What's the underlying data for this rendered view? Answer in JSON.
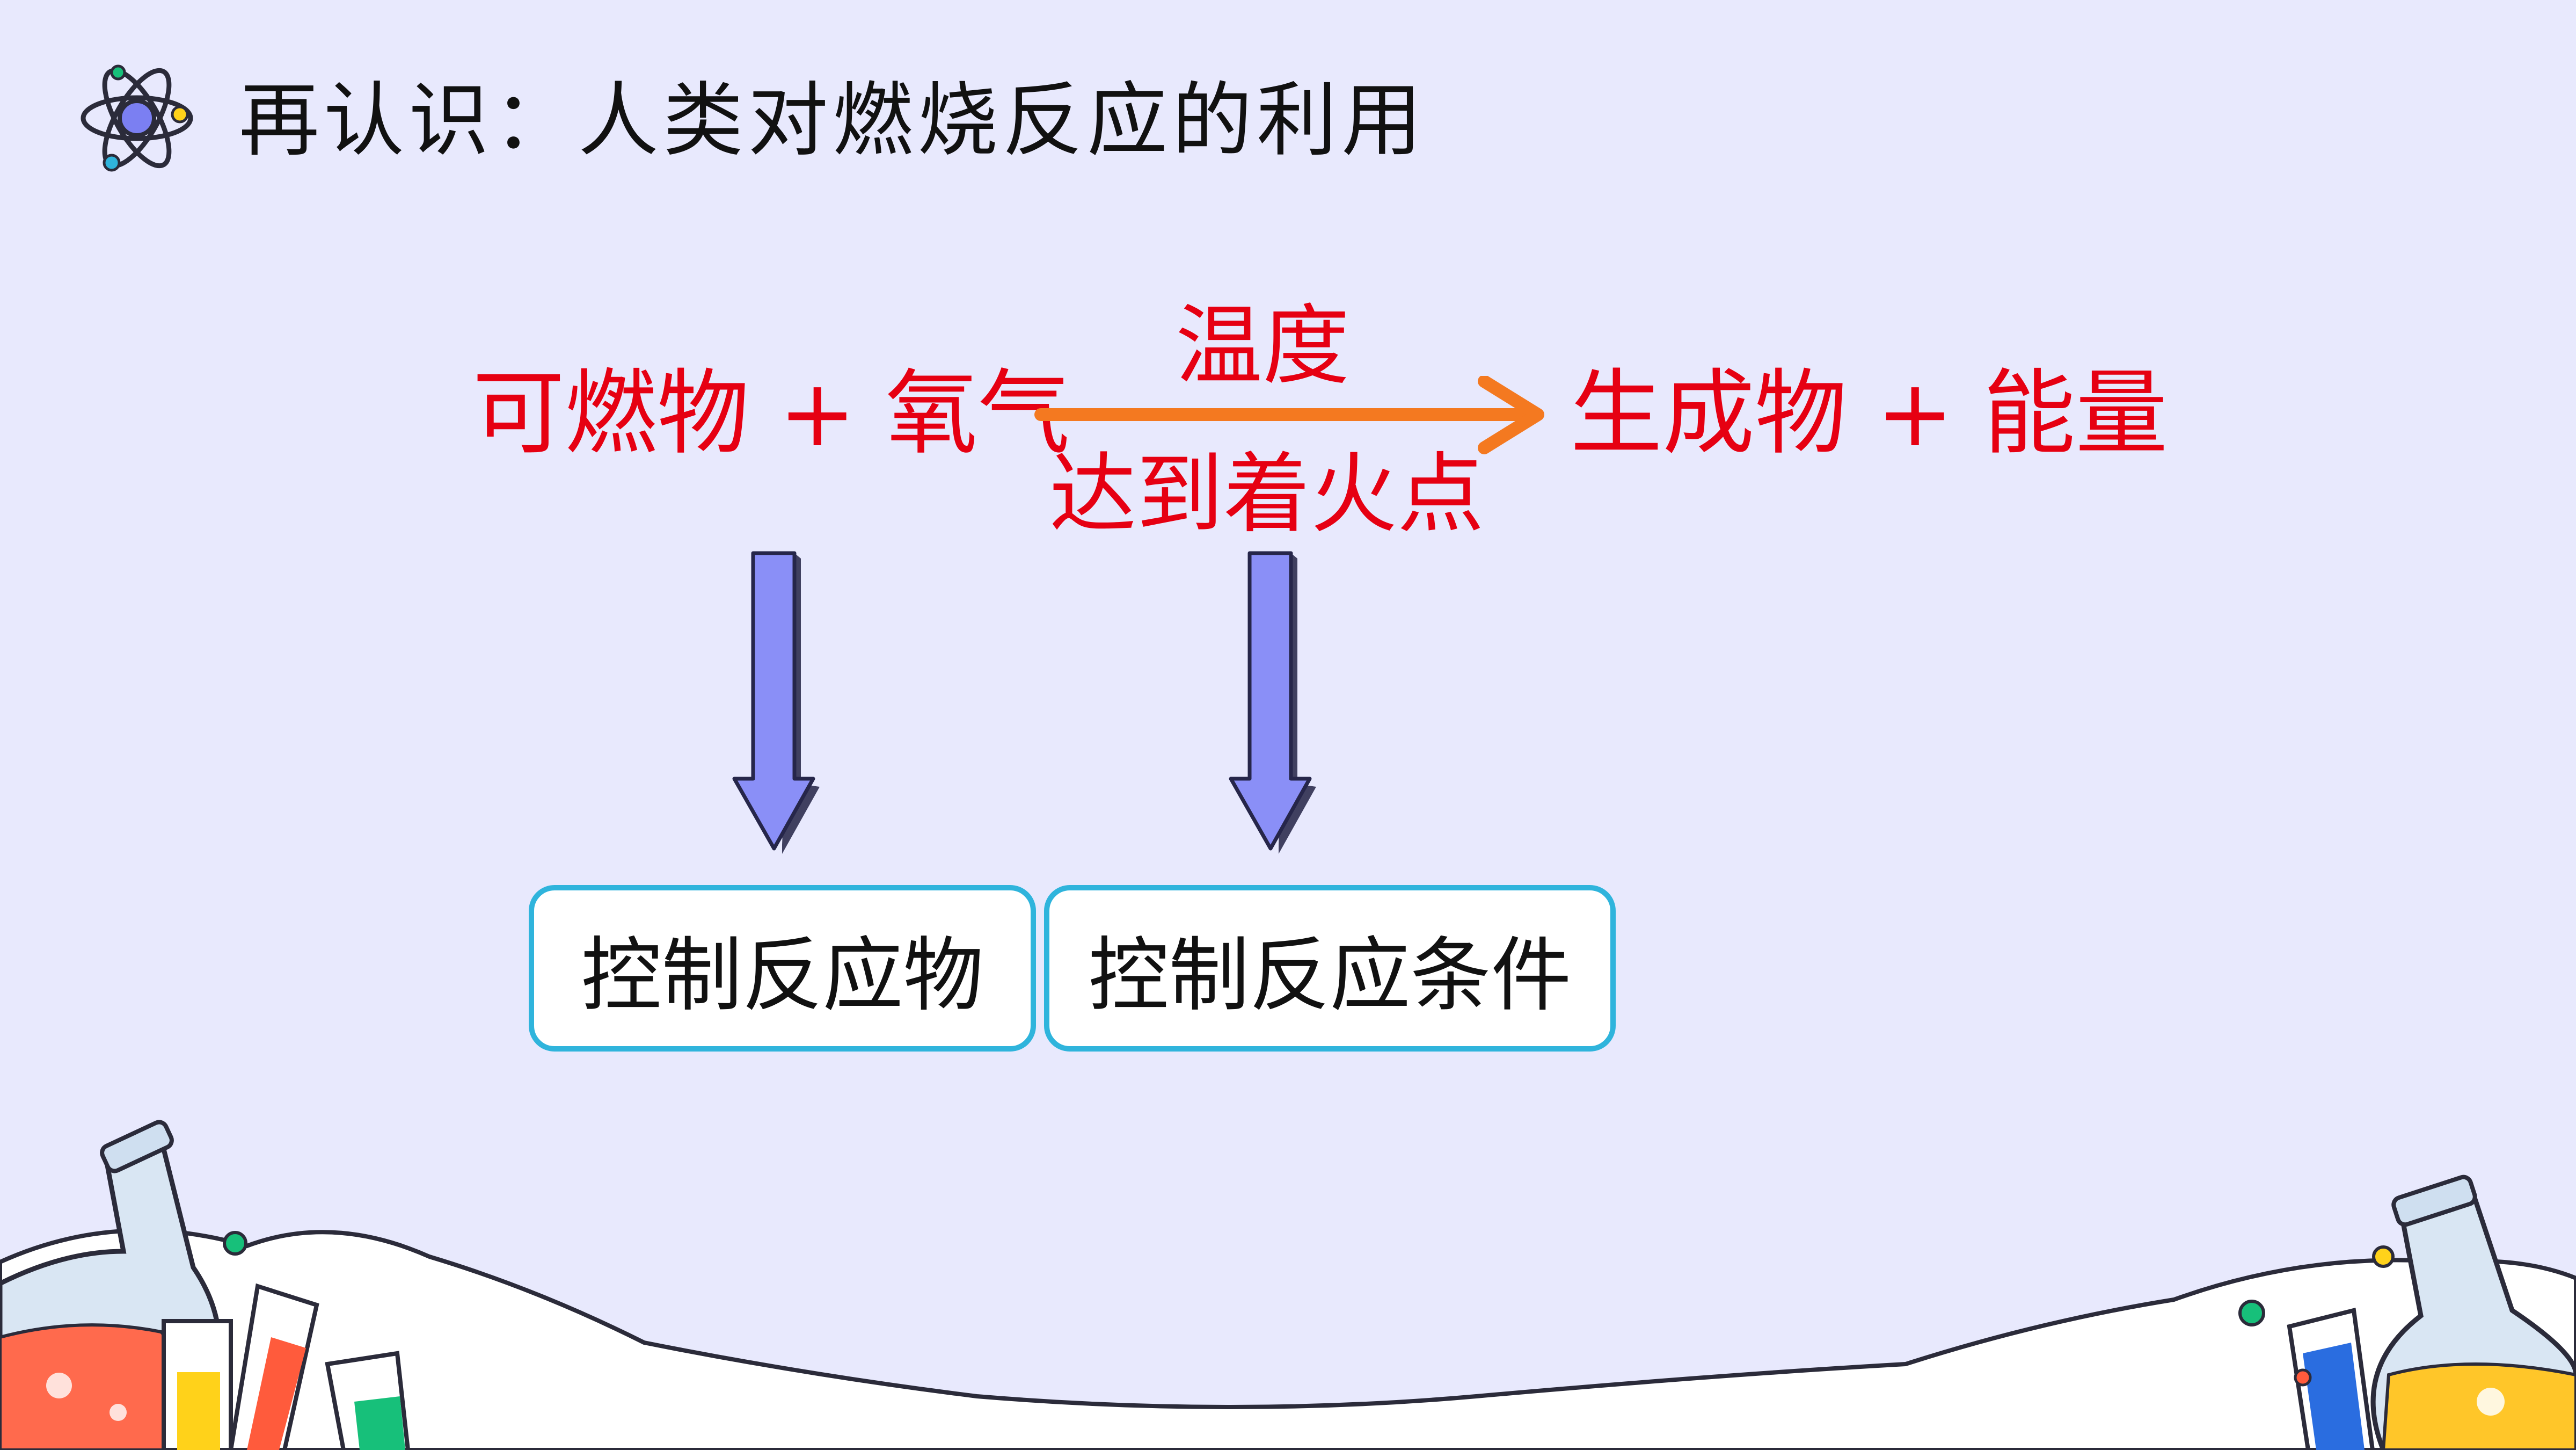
{
  "header": {
    "title": "再认识：人类对燃烧反应的利用",
    "logo_icon": "atom-icon"
  },
  "equation": {
    "reactants": "可燃物 + 氧气",
    "condition_top": "温度",
    "condition_bottom": "达到着火点",
    "products": "生成物 + 能量"
  },
  "boxes": {
    "left": "控制反应物",
    "right": "控制反应条件"
  },
  "colors": {
    "background": "#e8e9fd",
    "equation_text": "#e60012",
    "reaction_arrow": "#f47920",
    "down_arrow_fill": "#8a8ff7",
    "box_border": "#2fb4dc"
  }
}
